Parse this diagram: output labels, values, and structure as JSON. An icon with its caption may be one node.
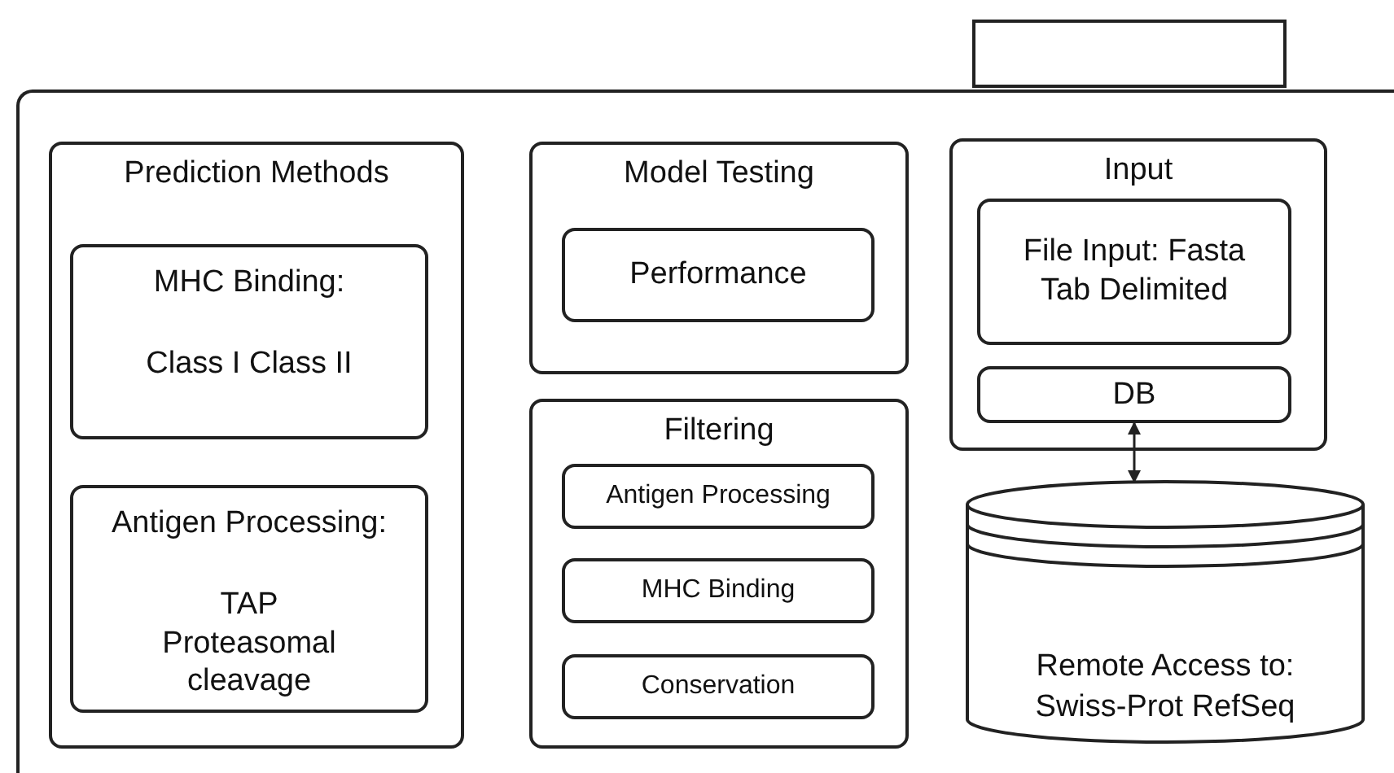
{
  "diagram": {
    "nodes": [
      {
        "text": [],
        "shape": "box"
      },
      {
        "text": [],
        "shape": "box"
      },
      {
        "text": [
          "Prediction Methods"
        ],
        "in": 1
      },
      {
        "text": [
          "MHC Binding:",
          "Class I Class II"
        ],
        "in": 2
      },
      {
        "text": [
          "Antigen Processing:",
          "TAP Proteasomal cleavage"
        ],
        "in": 2
      },
      {
        "text": [
          "Model Testing"
        ],
        "in": 1
      },
      {
        "text": [
          "Performance"
        ],
        "in": 5
      },
      {
        "text": [
          "Filtering"
        ],
        "in": 1
      },
      {
        "text": [
          "Antigen Processing"
        ],
        "in": 7
      },
      {
        "text": [
          "MHC Binding"
        ],
        "in": 7
      },
      {
        "text": [
          "Conservation"
        ],
        "in": 7
      },
      {
        "text": [
          "Input"
        ],
        "in": 1
      },
      {
        "text": [
          "File Input: Fasta Tab Delimited"
        ],
        "in": 11
      },
      {
        "text": [
          "DB"
        ],
        "in": 11
      },
      {
        "text": [
          "Remote Access to:",
          "Swiss-Prot RefSeq"
        ],
        "in": 1
      }
    ],
    "edges": [
      {
        "from": 13,
        "to": 14,
        "arrow": "both"
      }
    ]
  }
}
